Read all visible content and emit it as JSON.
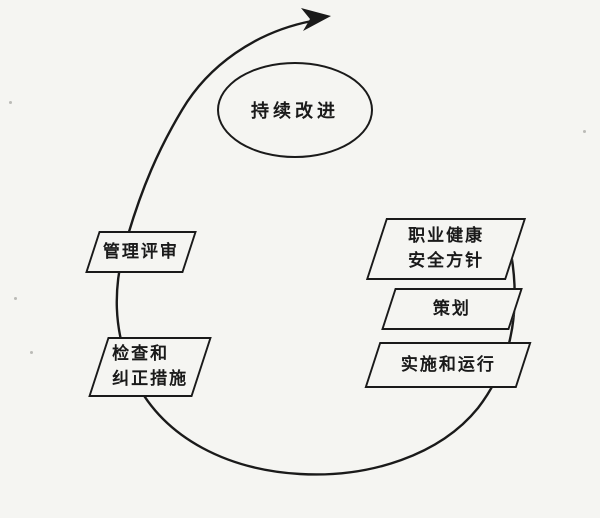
{
  "diagram": {
    "description": "Continual improvement cycle of an occupational health and safety management system",
    "nodes": {
      "continual_improvement": {
        "label": "持续改进"
      },
      "management_review": {
        "label": "管理评审"
      },
      "checking_and_corrective_action": {
        "line1": "检查和",
        "line2": "纠正措施"
      },
      "ohs_policy": {
        "line1": "职业健康",
        "line2": "安全方针"
      },
      "planning": {
        "label": "策划"
      },
      "implementation_and_operation": {
        "label": "实施和运行"
      }
    },
    "colors": {
      "ink": "#1a1a1a",
      "paper": "#f5f5f2"
    }
  }
}
